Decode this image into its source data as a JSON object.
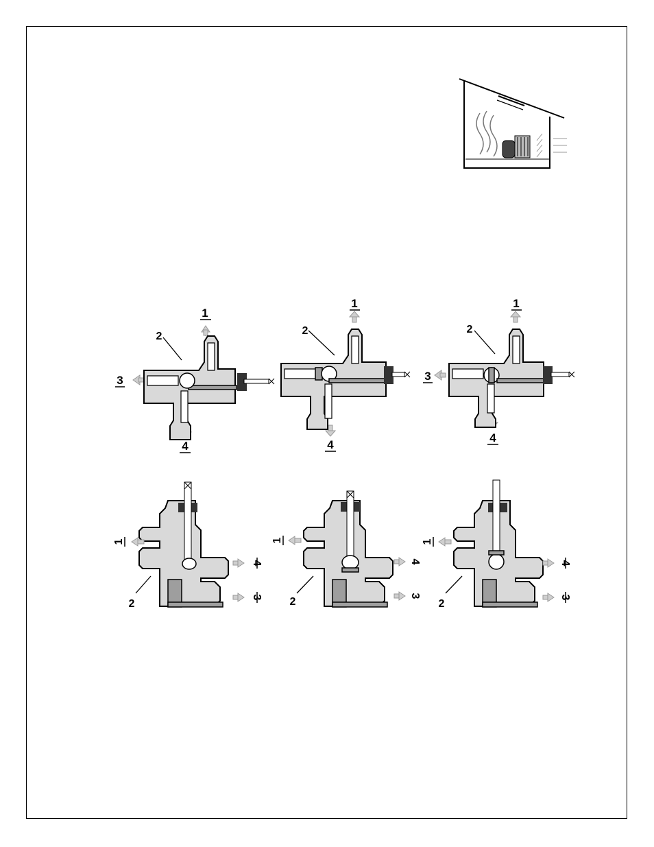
{
  "page": {
    "border_color": "#000000"
  },
  "illustration": {
    "name": "compressor-room-ventilation"
  },
  "valve_labels": {
    "port1": "1",
    "port2": "2",
    "port3": "3",
    "port4": "4"
  },
  "colors": {
    "valve_body": "#d9d9d9",
    "flow_path": "#9e9e9e",
    "arrow": "#cfcfcf"
  }
}
